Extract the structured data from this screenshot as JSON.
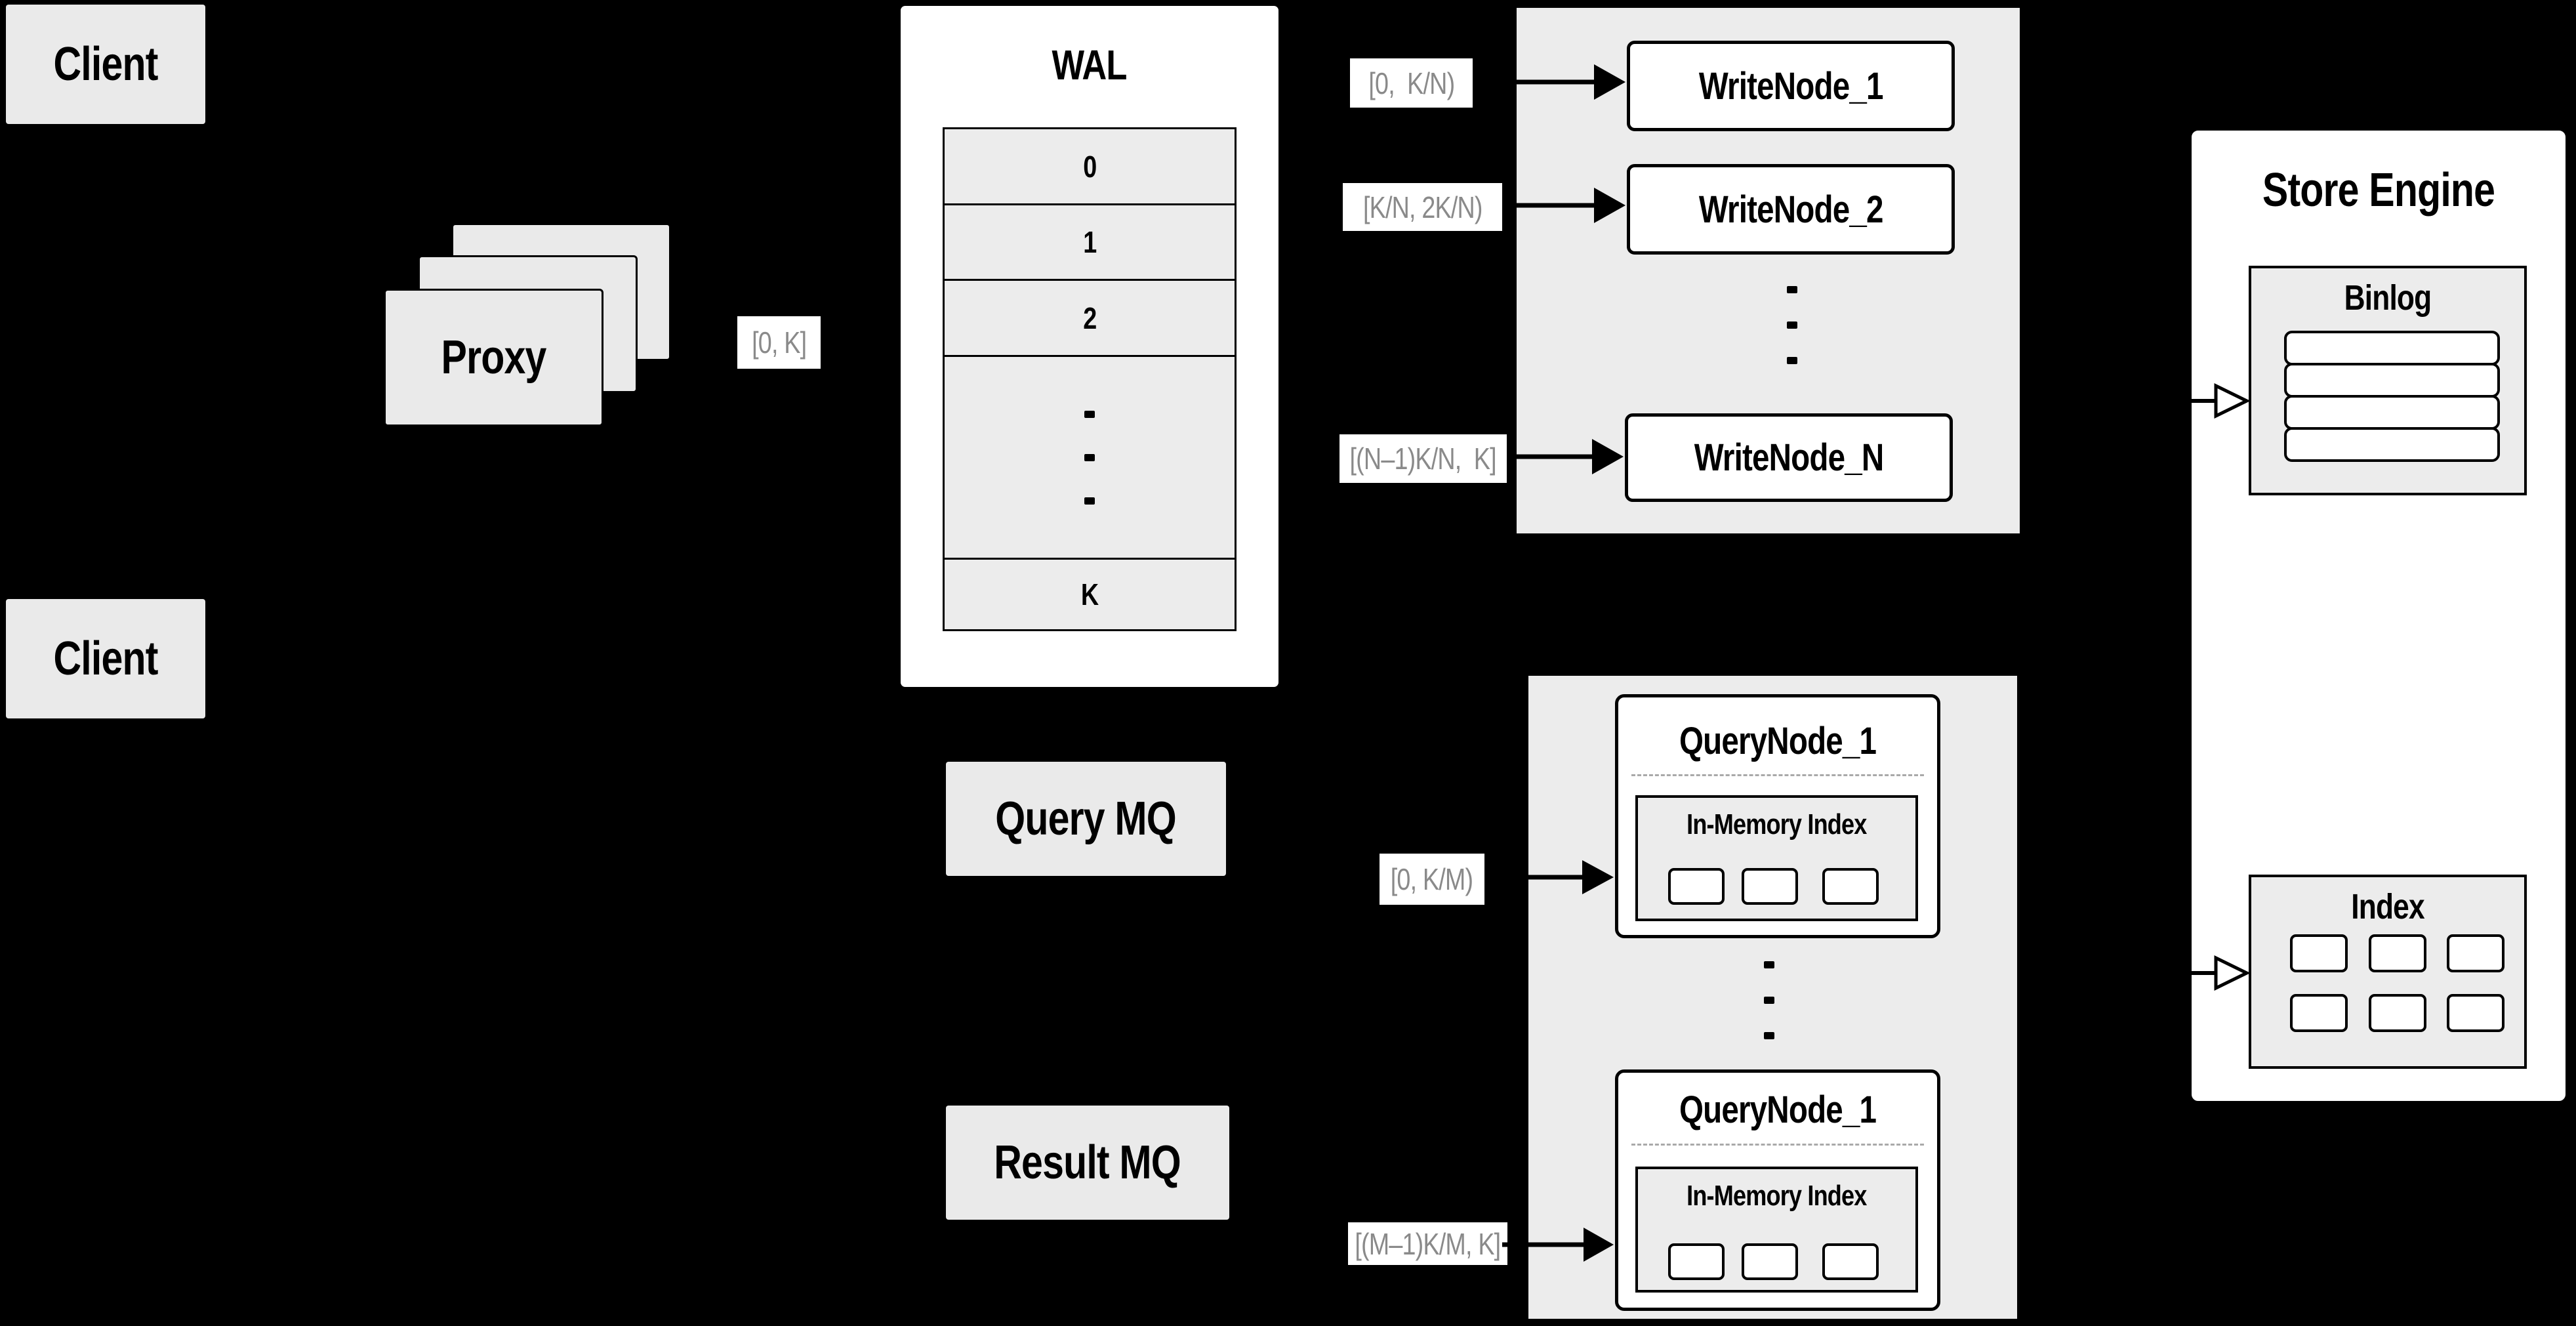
{
  "colors": {
    "background": "#000000",
    "box_fill": "#eaeaea",
    "panel_fill": "#ececec",
    "node_fill": "#ffffff",
    "border": "#000000",
    "range_text": "#8a8a8a",
    "dashed_line": "#a9a9a9"
  },
  "icons": {
    "solid_arrow_icon": "▶",
    "hollow_arrow_icon": "▷"
  },
  "clients": {
    "top": {
      "label": "Client"
    },
    "bottom": {
      "label": "Client"
    }
  },
  "proxy": {
    "label": "Proxy",
    "range": "[0, K]"
  },
  "wal": {
    "title": "WAL",
    "rows": [
      "0",
      "1",
      "2"
    ],
    "last_row": "K"
  },
  "write": {
    "nodes": [
      "WriteNode_1",
      "WriteNode_2",
      "WriteNode_N"
    ],
    "ranges": [
      "[0,  K/N)",
      "[K/N, 2K/N)",
      "[(N–1)K/N,  K]"
    ]
  },
  "mq": {
    "query_label": "Query MQ",
    "result_label": "Result MQ"
  },
  "query": {
    "nodes": [
      {
        "title": "QueryNode_1",
        "inner": "In-Memory Index"
      },
      {
        "title": "QueryNode_1",
        "inner": "In-Memory Index"
      }
    ],
    "ranges": [
      "[0, K/M)",
      "[(M–1)K/M, K]"
    ]
  },
  "store": {
    "title": "Store Engine",
    "binlog": "Binlog",
    "index": "Index"
  }
}
